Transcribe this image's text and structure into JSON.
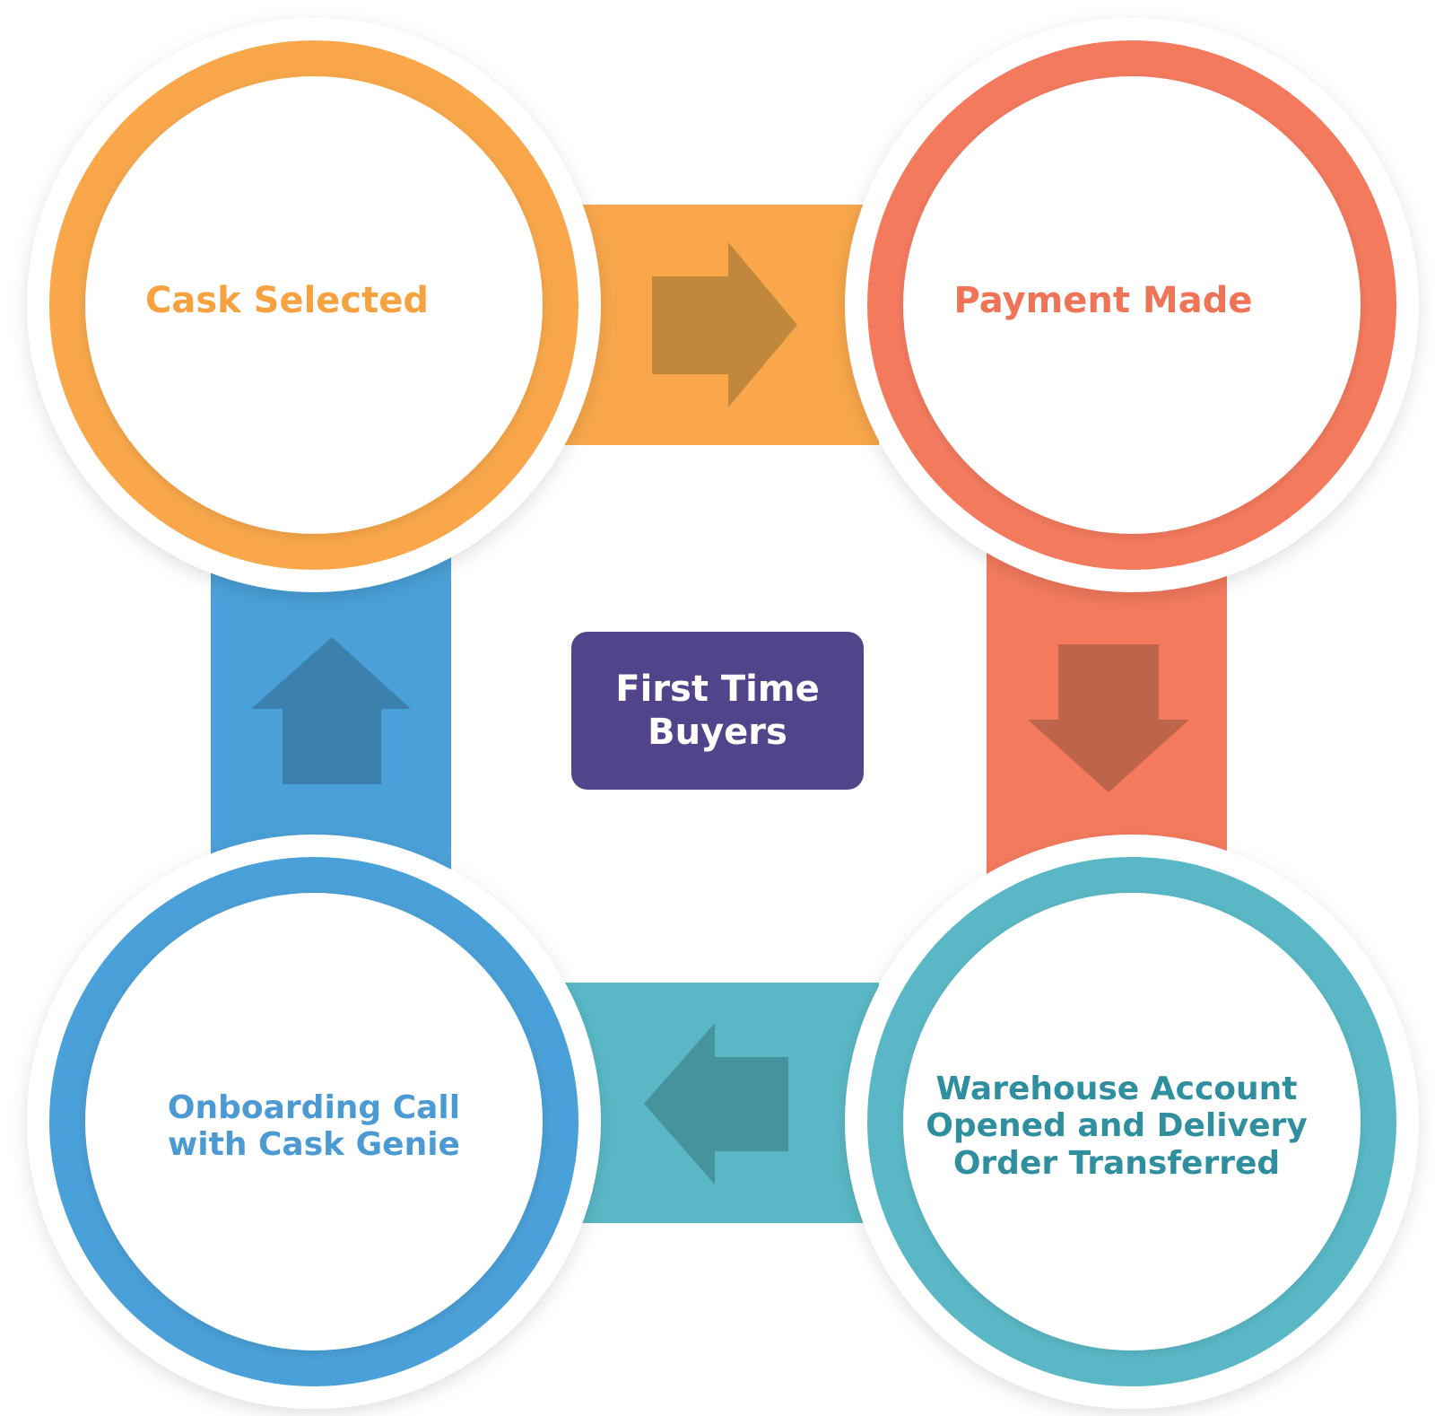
{
  "center": {
    "title": "First Time\nBuyers",
    "color": "#52448b"
  },
  "steps": [
    {
      "label": "Cask Selected",
      "color": "#f9a74a",
      "text_color": "#f7a240"
    },
    {
      "label": "Payment Made",
      "color": "#f47a5e",
      "text_color": "#ef7457"
    },
    {
      "label": "Warehouse Account\nOpened and Delivery\nOrder Transferred",
      "color": "#5ab8c6",
      "text_color": "#2f8f9f"
    },
    {
      "label": "Onboarding Call\nwith Cask Genie",
      "color": "#4aa0d8",
      "text_color": "#4b9ad3"
    }
  ],
  "arrows": [
    {
      "direction": "right",
      "from": "Cask Selected",
      "to": "Payment Made",
      "color": "#f9a74a",
      "arrow_color": "#c1873d"
    },
    {
      "direction": "down",
      "from": "Payment Made",
      "to": "Warehouse Account Opened and Delivery Order Transferred",
      "color": "#f47a5e",
      "arrow_color": "#be644b"
    },
    {
      "direction": "left",
      "from": "Warehouse Account Opened and Delivery Order Transferred",
      "to": "Onboarding Call with Cask Genie",
      "color": "#5ab8c6",
      "arrow_color": "#46939e"
    },
    {
      "direction": "up",
      "from": "Onboarding Call with Cask Genie",
      "to": "Cask Selected",
      "color": "#4aa0d8",
      "arrow_color": "#3c80ad"
    }
  ]
}
